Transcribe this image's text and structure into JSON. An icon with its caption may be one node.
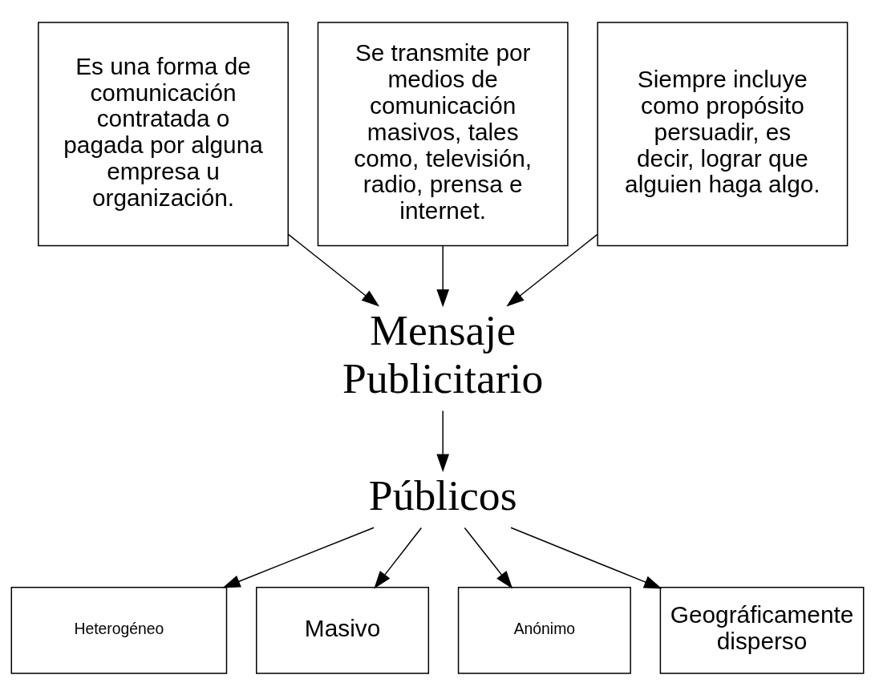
{
  "diagram": {
    "nodes": [
      {
        "text": [
          "Es una forma de comunicación contratada o pagada por alguna empresa u organización."
        ]
      },
      {
        "text": [
          "Se transmite por medios de comunicación masivos, tales como, televisión, radio, prensa e internet."
        ]
      },
      {
        "text": [
          "Siempre incluye como propósito persuadir, es decir, lograr que alguien haga algo."
        ]
      },
      {
        "text": [
          "Mensaje Publicitario"
        ]
      },
      {
        "text": [
          "Públicos"
        ]
      },
      {
        "text": [
          "Heterogéneo"
        ]
      },
      {
        "text": [
          "Masivo"
        ]
      },
      {
        "text": [
          "Anónimo"
        ]
      },
      {
        "text": [
          "Geográficamente disperso"
        ]
      }
    ],
    "edges": [
      {
        "from": 0,
        "to": 3,
        "arrow": "to"
      },
      {
        "from": 1,
        "to": 3,
        "arrow": "to"
      },
      {
        "from": 2,
        "to": 3,
        "arrow": "to"
      },
      {
        "from": 3,
        "to": 4,
        "arrow": "to"
      },
      {
        "from": 4,
        "to": 5,
        "arrow": "to"
      },
      {
        "from": 4,
        "to": 6,
        "arrow": "to"
      },
      {
        "from": 4,
        "to": 7,
        "arrow": "to"
      },
      {
        "from": 4,
        "to": 8,
        "arrow": "to"
      }
    ]
  }
}
